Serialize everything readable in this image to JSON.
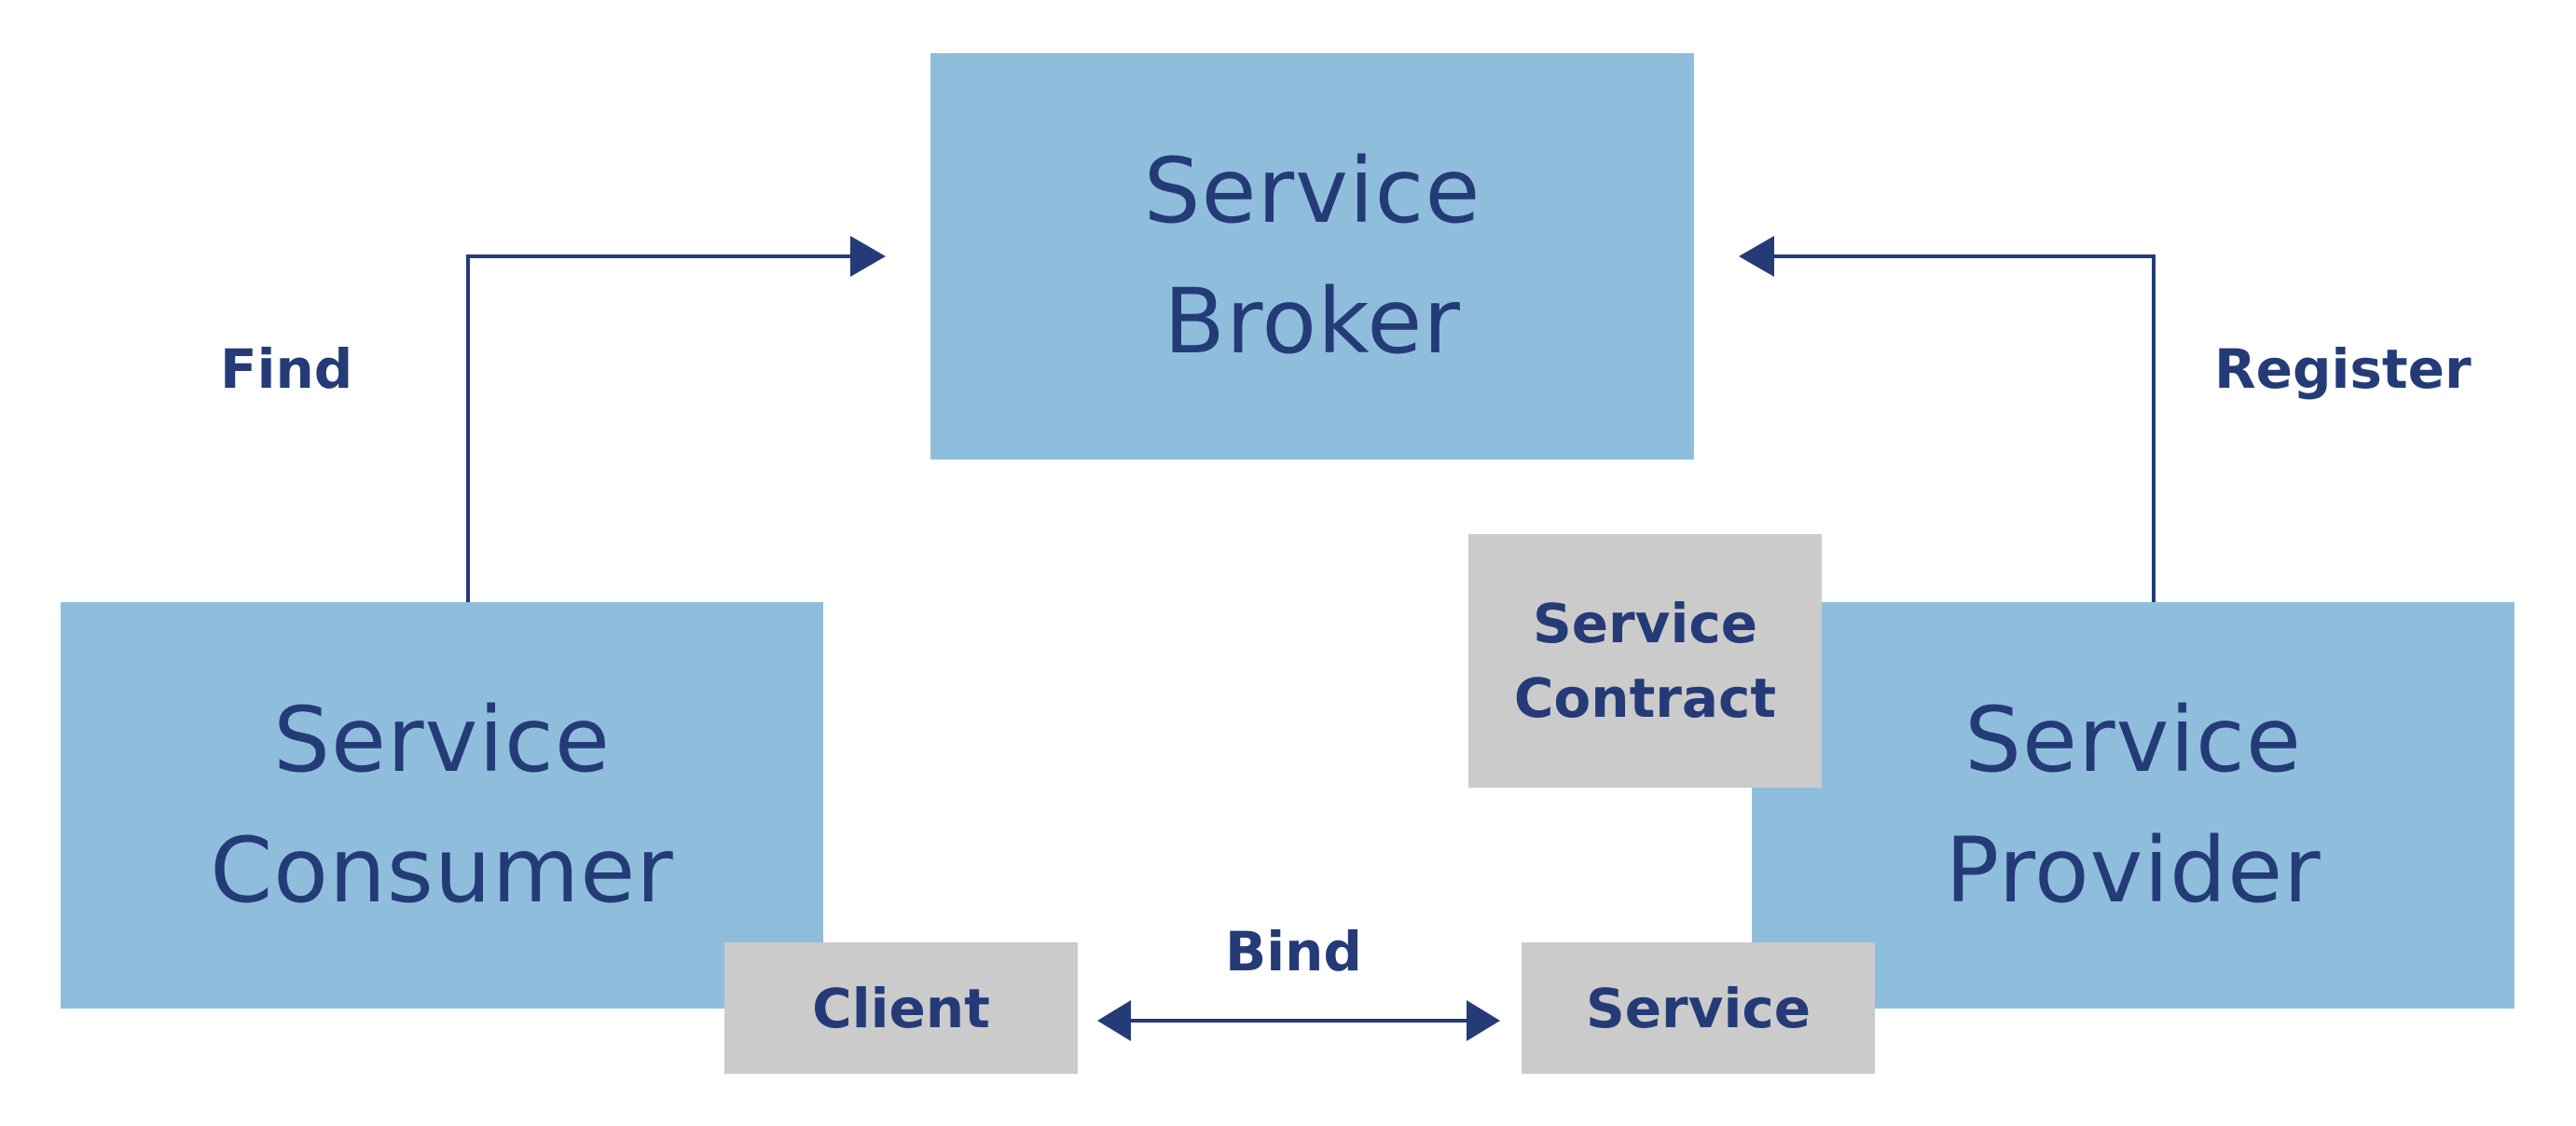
{
  "broker": {
    "line1": "Service",
    "line2": "Broker"
  },
  "consumer": {
    "line1": "Service",
    "line2": "Consumer"
  },
  "provider": {
    "line1": "Service",
    "line2": "Provider"
  },
  "contract": {
    "line1": "Service",
    "line2": "Contract"
  },
  "client": {
    "label": "Client"
  },
  "service": {
    "label": "Service"
  },
  "edges": {
    "find": "Find",
    "register": "Register",
    "bind": "Bind"
  },
  "colors": {
    "primary_box": "#8fbedc",
    "secondary_box": "#cbcbcb",
    "text": "#253b78",
    "connector": "#253b78"
  }
}
